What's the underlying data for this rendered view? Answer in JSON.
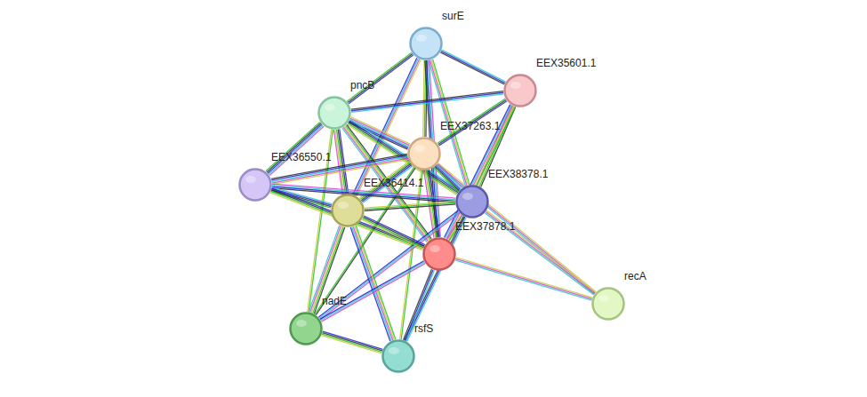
{
  "diagram": {
    "nodes": [
      {
        "text": [
          "surE"
        ]
      },
      {
        "text": [
          "EEX35601.1"
        ]
      },
      {
        "text": [
          "pncB"
        ]
      },
      {
        "text": [
          "EEX37263.1"
        ]
      },
      {
        "text": [
          "EEX36550.1"
        ]
      },
      {
        "text": [
          "EEX38378.1"
        ]
      },
      {
        "text": [
          "EEX36414.1"
        ]
      },
      {
        "text": [
          "EEX37878.1"
        ]
      },
      {
        "text": [
          "recA"
        ]
      },
      {
        "text": [
          "nadE"
        ]
      },
      {
        "text": [
          "rsfS"
        ]
      }
    ],
    "edges": [
      {
        "from": 0,
        "to": 1,
        "arrow": "none"
      },
      {
        "from": 0,
        "to": 2,
        "arrow": "none"
      },
      {
        "from": 0,
        "to": 3,
        "arrow": "none"
      },
      {
        "from": 0,
        "to": 5,
        "arrow": "none"
      },
      {
        "from": 0,
        "to": 6,
        "arrow": "none"
      },
      {
        "from": 0,
        "to": 7,
        "arrow": "none"
      },
      {
        "from": 1,
        "to": 2,
        "arrow": "none"
      },
      {
        "from": 1,
        "to": 3,
        "arrow": "none"
      },
      {
        "from": 1,
        "to": 5,
        "arrow": "none"
      },
      {
        "from": 1,
        "to": 7,
        "arrow": "none"
      },
      {
        "from": 2,
        "to": 3,
        "arrow": "none"
      },
      {
        "from": 2,
        "to": 4,
        "arrow": "none"
      },
      {
        "from": 2,
        "to": 5,
        "arrow": "none"
      },
      {
        "from": 2,
        "to": 6,
        "arrow": "none"
      },
      {
        "from": 2,
        "to": 7,
        "arrow": "none"
      },
      {
        "from": 2,
        "to": 9,
        "arrow": "none"
      },
      {
        "from": 3,
        "to": 4,
        "arrow": "none"
      },
      {
        "from": 3,
        "to": 5,
        "arrow": "none"
      },
      {
        "from": 3,
        "to": 6,
        "arrow": "none"
      },
      {
        "from": 3,
        "to": 7,
        "arrow": "none"
      },
      {
        "from": 3,
        "to": 9,
        "arrow": "none"
      },
      {
        "from": 3,
        "to": 10,
        "arrow": "none"
      },
      {
        "from": 3,
        "to": 8,
        "arrow": "none"
      },
      {
        "from": 4,
        "to": 5,
        "arrow": "none"
      },
      {
        "from": 4,
        "to": 6,
        "arrow": "none"
      },
      {
        "from": 4,
        "to": 7,
        "arrow": "none"
      },
      {
        "from": 5,
        "to": 6,
        "arrow": "none"
      },
      {
        "from": 5,
        "to": 7,
        "arrow": "none"
      },
      {
        "from": 5,
        "to": 8,
        "arrow": "none"
      },
      {
        "from": 5,
        "to": 9,
        "arrow": "none"
      },
      {
        "from": 5,
        "to": 10,
        "arrow": "none"
      },
      {
        "from": 6,
        "to": 7,
        "arrow": "none"
      },
      {
        "from": 6,
        "to": 9,
        "arrow": "none"
      },
      {
        "from": 6,
        "to": 10,
        "arrow": "none"
      },
      {
        "from": 7,
        "to": 8,
        "arrow": "none"
      },
      {
        "from": 7,
        "to": 9,
        "arrow": "none"
      },
      {
        "from": 7,
        "to": 10,
        "arrow": "none"
      },
      {
        "from": 9,
        "to": 10,
        "arrow": "none"
      }
    ]
  }
}
